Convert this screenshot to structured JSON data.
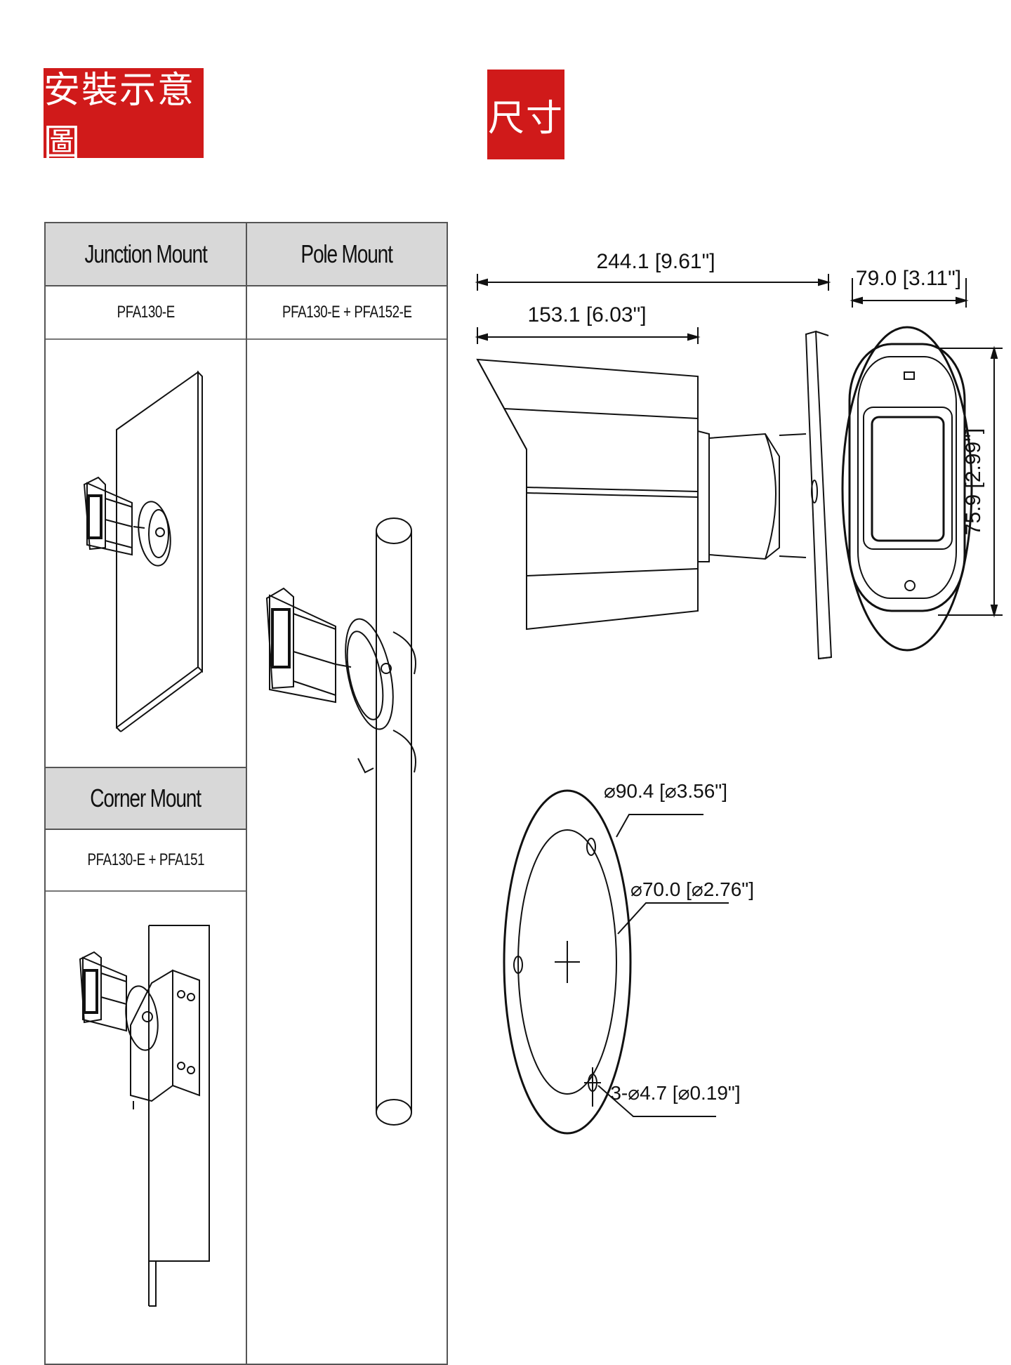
{
  "header": {
    "install_title": "安裝示意圖",
    "size_title": "尺寸"
  },
  "mounts": {
    "junction": {
      "title": "Junction Mount",
      "part": "PFA130-E"
    },
    "pole": {
      "title": "Pole Mount",
      "part": "PFA130-E + PFA152-E"
    },
    "corner": {
      "title": "Corner Mount",
      "part": "PFA130-E + PFA151"
    }
  },
  "dimensions": {
    "overall_length": "244.1 [9.61\"]",
    "body_length": "153.1 [6.03\"]",
    "width": "79.0 [3.11\"]",
    "height": "75.9 [2.99\"]",
    "base_outer_diameter": "⌀90.4 [⌀3.56\"]",
    "hole_circle_diameter": "⌀70.0 [⌀2.76\"]",
    "hole_size": "3-⌀4.7 [⌀0.19\"]"
  },
  "colors": {
    "accent": "#d01a1a",
    "header_fill": "#d8d8d8",
    "line": "#111111"
  }
}
